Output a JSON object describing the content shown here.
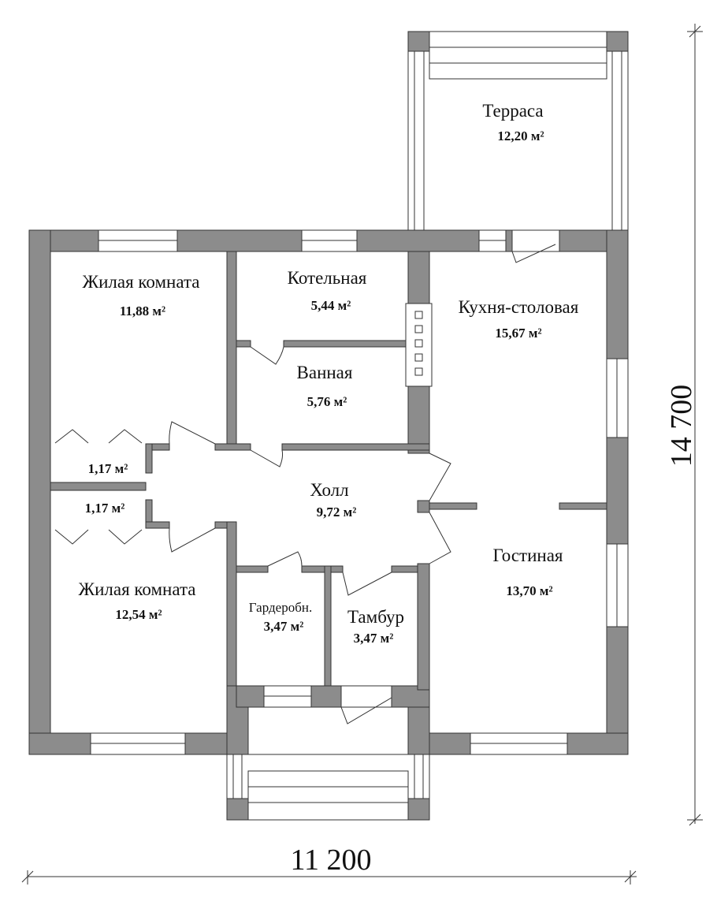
{
  "rooms": [
    {
      "name": "Терраса",
      "area": "12,20 м²"
    },
    {
      "name": "Жилая комната",
      "area": "11,88 м²"
    },
    {
      "name": "Котельная",
      "area": "5,44 м²"
    },
    {
      "name": "Кухня-столовая",
      "area": "15,67 м²"
    },
    {
      "name": "Ванная",
      "area": "5,76 м²"
    },
    {
      "name": "",
      "area": "1,17 м²"
    },
    {
      "name": "",
      "area": "1,17 м²"
    },
    {
      "name": "Холл",
      "area": "9,72 м²"
    },
    {
      "name": "Гостиная",
      "area": "13,70 м²"
    },
    {
      "name": "Жилая комната",
      "area": "12,54 м²"
    },
    {
      "name": "Гардеробн.",
      "area": "3,47 м²"
    },
    {
      "name": "Тамбур",
      "area": "3,47 м²"
    }
  ],
  "dimensions": {
    "width": "11 200",
    "height": "14 700"
  },
  "colors": {
    "wall": "#8c8c8c",
    "line": "#333333"
  }
}
